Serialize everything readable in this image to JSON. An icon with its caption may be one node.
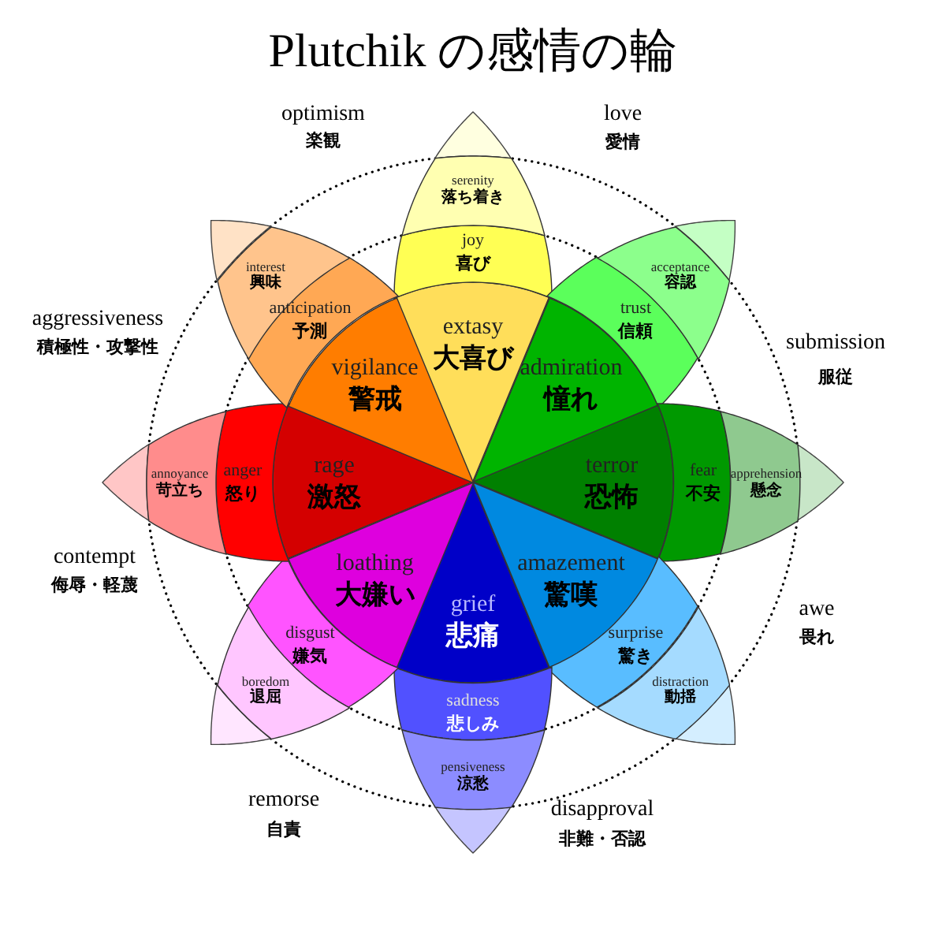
{
  "diagram": {
    "title": "Plutchik の感情の輪",
    "nodes": [
      {
        "text": [
          "extasy",
          "大喜び"
        ]
      },
      {
        "text": [
          "joy",
          "喜び"
        ]
      },
      {
        "text": [
          "serenity",
          "落ち着き"
        ]
      },
      {
        "text": [
          "admiration",
          "憧れ"
        ]
      },
      {
        "text": [
          "trust",
          "信頼"
        ]
      },
      {
        "text": [
          "acceptance",
          "容認"
        ]
      },
      {
        "text": [
          "terror",
          "恐怖"
        ]
      },
      {
        "text": [
          "fear",
          "不安"
        ]
      },
      {
        "text": [
          "apprehension",
          "懸念"
        ]
      },
      {
        "text": [
          "amazement",
          "驚嘆"
        ]
      },
      {
        "text": [
          "surprise",
          "驚き"
        ]
      },
      {
        "text": [
          "distraction",
          "動揺"
        ]
      },
      {
        "text": [
          "grief",
          "悲痛"
        ]
      },
      {
        "text": [
          "sadness",
          "悲しみ"
        ]
      },
      {
        "text": [
          "pensiveness",
          "涼愁"
        ]
      },
      {
        "text": [
          "loathing",
          "大嫌い"
        ]
      },
      {
        "text": [
          "disgust",
          "嫌気"
        ]
      },
      {
        "text": [
          "boredom",
          "退屈"
        ]
      },
      {
        "text": [
          "rage",
          "激怒"
        ]
      },
      {
        "text": [
          "anger",
          "怒り"
        ]
      },
      {
        "text": [
          "annoyance",
          "苛立ち"
        ]
      },
      {
        "text": [
          "vigilance",
          "警戒"
        ]
      },
      {
        "text": [
          "anticipation",
          "予測"
        ]
      },
      {
        "text": [
          "interest",
          "興味"
        ]
      }
    ],
    "labels": [
      "optimism",
      "楽観",
      "love",
      "愛情",
      "aggressiveness",
      "積極性・攻撃性",
      "submission",
      "服従",
      "contempt",
      "侮辱・軽蔑",
      "awe",
      "畏れ",
      "remorse",
      "自責",
      "disapproval",
      "非難・否認"
    ]
  }
}
